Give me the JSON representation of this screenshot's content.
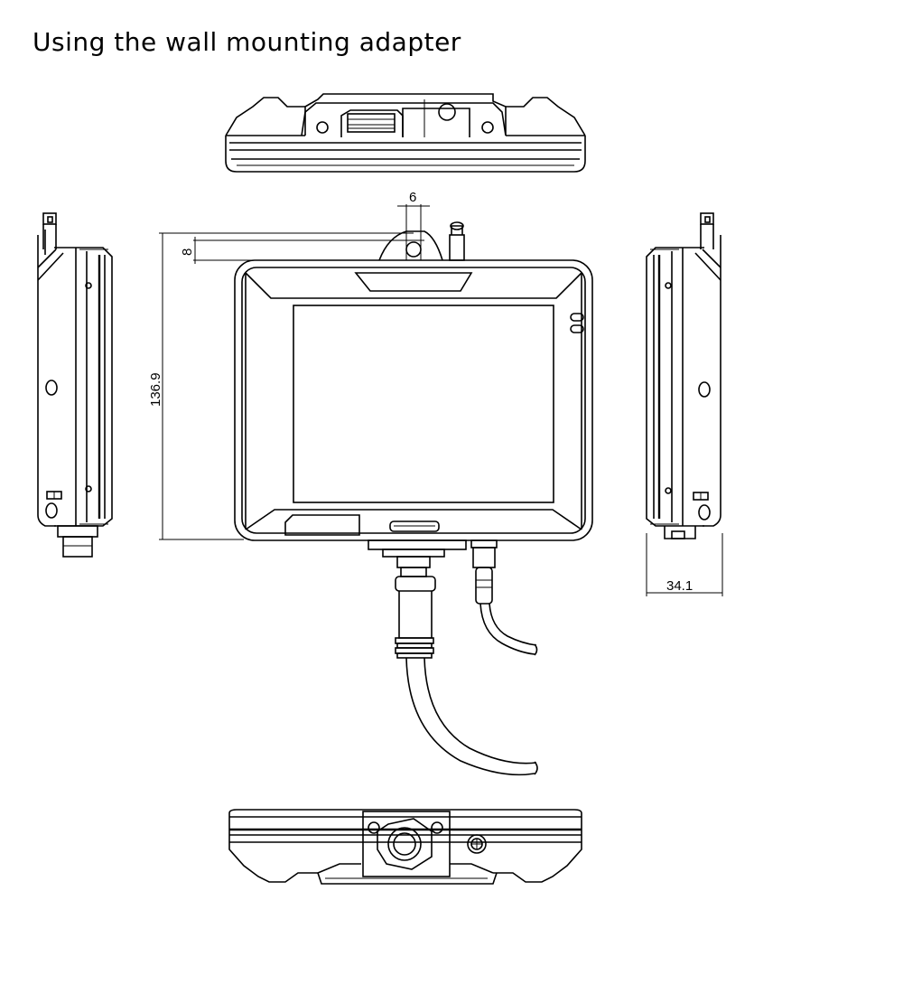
{
  "title": "Using the wall mounting adapter",
  "dimensions": {
    "hook_width": "6",
    "hook_height": "8",
    "total_height": "136.9",
    "depth": "34.1"
  }
}
